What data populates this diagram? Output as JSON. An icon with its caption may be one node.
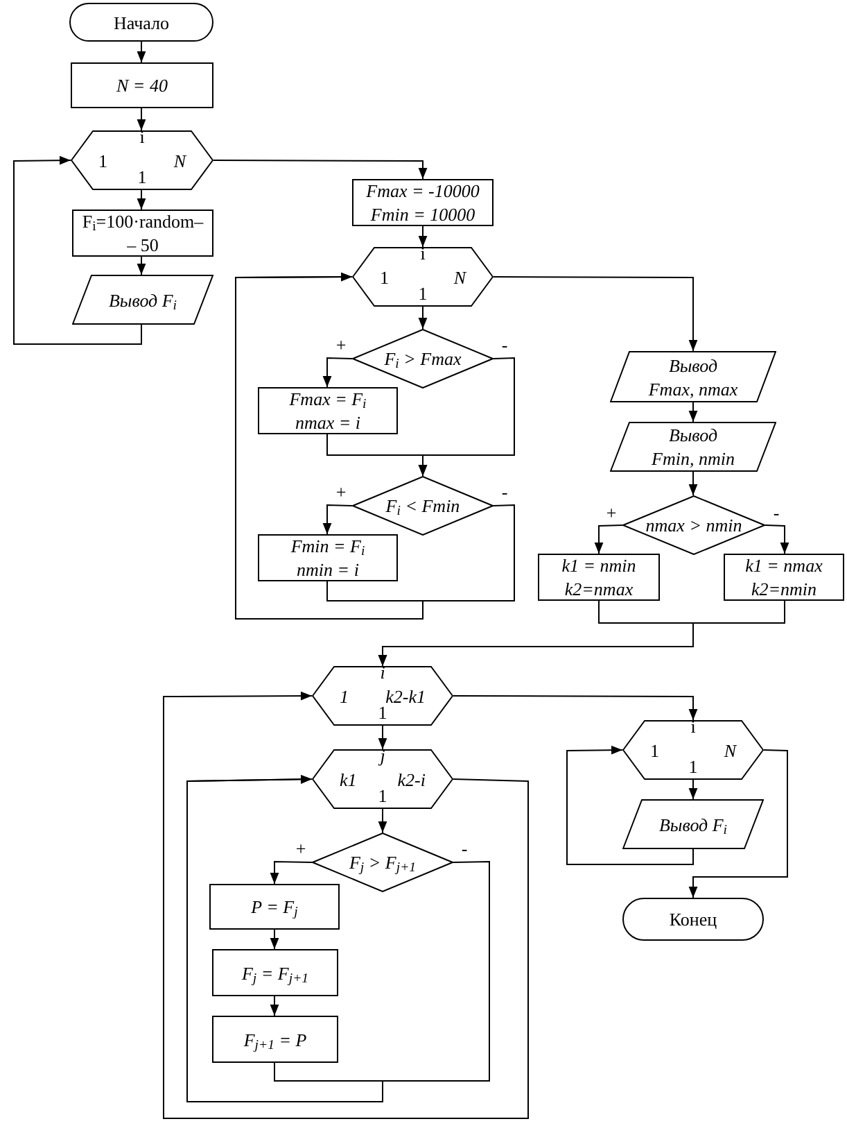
{
  "diagram": {
    "nodes": [
      {
        "text": [
          "Начало"
        ]
      },
      {
        "text": [
          "N = 40"
        ]
      },
      {
        "text": [
          "i",
          "1",
          "N",
          "1"
        ]
      },
      {
        "text": [
          "F$_{i}$=100·random– – 50"
        ]
      },
      {
        "text": [
          "Вывод F$_{i}$"
        ]
      },
      {
        "text": [
          "Fmax = -10000",
          "Fmin = 10000"
        ]
      },
      {
        "text": [
          "i",
          "1",
          "N",
          "1"
        ]
      },
      {
        "text": [
          "F$_{i}$ > Fmax"
        ]
      },
      {
        "text": [
          "Fmax = F$_{i}$",
          "nmax = i"
        ]
      },
      {
        "text": [
          "F$_{i}$ < Fmin"
        ]
      },
      {
        "text": [
          "Fmin = F$_{i}$",
          "nmin = i"
        ]
      },
      {
        "text": [
          "Вывод",
          "Fmax, nmax"
        ]
      },
      {
        "text": [
          "Вывод",
          "Fmin, nmin"
        ]
      },
      {
        "text": [
          "nmax > nmin"
        ]
      },
      {
        "text": [
          "k1 = nmin",
          "k2=nmax"
        ]
      },
      {
        "text": [
          "k1 = nmax",
          "k2=nmin"
        ]
      },
      {
        "text": [
          "i",
          "1",
          "k2-k1",
          "1"
        ]
      },
      {
        "text": [
          "j",
          "k1",
          "k2-i",
          "1"
        ]
      },
      {
        "text": [
          "F$_{j}$ > F$_{j+1}$"
        ]
      },
      {
        "text": [
          "P = F$_{j}$"
        ]
      },
      {
        "text": [
          "F$_{j}$ = F$_{j+1}$"
        ]
      },
      {
        "text": [
          "F$_{j+1}$ = P"
        ]
      },
      {
        "text": [
          "i",
          "1",
          "N",
          "1"
        ]
      },
      {
        "text": [
          "Вывод F$_{i}$"
        ]
      },
      {
        "text": [
          "Конец"
        ]
      }
    ],
    "edges": [
      {
        "from": 0,
        "to": 1,
        "arrow": "to"
      },
      {
        "from": 1,
        "to": 2,
        "arrow": "to"
      },
      {
        "from": 2,
        "to": 3,
        "arrow": "to"
      },
      {
        "from": 3,
        "to": 4,
        "arrow": "to"
      },
      {
        "from": 4,
        "to": 2,
        "arrow": "to"
      },
      {
        "from": 2,
        "to": 5,
        "arrow": "to"
      },
      {
        "from": 5,
        "to": 6,
        "arrow": "to"
      },
      {
        "from": 6,
        "to": 7,
        "arrow": "to"
      },
      {
        "from": 7,
        "to": 8,
        "arrow": "to",
        "label": "+"
      },
      {
        "from": 8,
        "to": 9,
        "arrow": "to"
      },
      {
        "from": 7,
        "to": 9,
        "arrow": "to",
        "label": "-"
      },
      {
        "from": 9,
        "to": 10,
        "arrow": "to",
        "label": "+"
      },
      {
        "from": 10,
        "to": 6,
        "arrow": "to"
      },
      {
        "from": 9,
        "to": 6,
        "arrow": "to",
        "label": "-"
      },
      {
        "from": 6,
        "to": 11,
        "arrow": "to"
      },
      {
        "from": 11,
        "to": 12,
        "arrow": "to"
      },
      {
        "from": 12,
        "to": 13,
        "arrow": "to"
      },
      {
        "from": 13,
        "to": 14,
        "arrow": "to",
        "label": "+"
      },
      {
        "from": 13,
        "to": 15,
        "arrow": "to",
        "label": "-"
      },
      {
        "from": 14,
        "to": 16,
        "arrow": "to"
      },
      {
        "from": 15,
        "to": 16,
        "arrow": "to"
      },
      {
        "from": 16,
        "to": 17,
        "arrow": "to"
      },
      {
        "from": 17,
        "to": 18,
        "arrow": "to"
      },
      {
        "from": 18,
        "to": 19,
        "arrow": "to",
        "label": "+"
      },
      {
        "from": 19,
        "to": 20,
        "arrow": "to"
      },
      {
        "from": 20,
        "to": 21,
        "arrow": "to"
      },
      {
        "from": 21,
        "to": 17,
        "arrow": "to"
      },
      {
        "from": 18,
        "to": 17,
        "arrow": "to",
        "label": "-"
      },
      {
        "from": 17,
        "to": 16,
        "arrow": "to"
      },
      {
        "from": 16,
        "to": 22,
        "arrow": "to"
      },
      {
        "from": 22,
        "to": 23,
        "arrow": "to"
      },
      {
        "from": 23,
        "to": 22,
        "arrow": "to"
      },
      {
        "from": 22,
        "to": 24,
        "arrow": "to"
      }
    ]
  }
}
